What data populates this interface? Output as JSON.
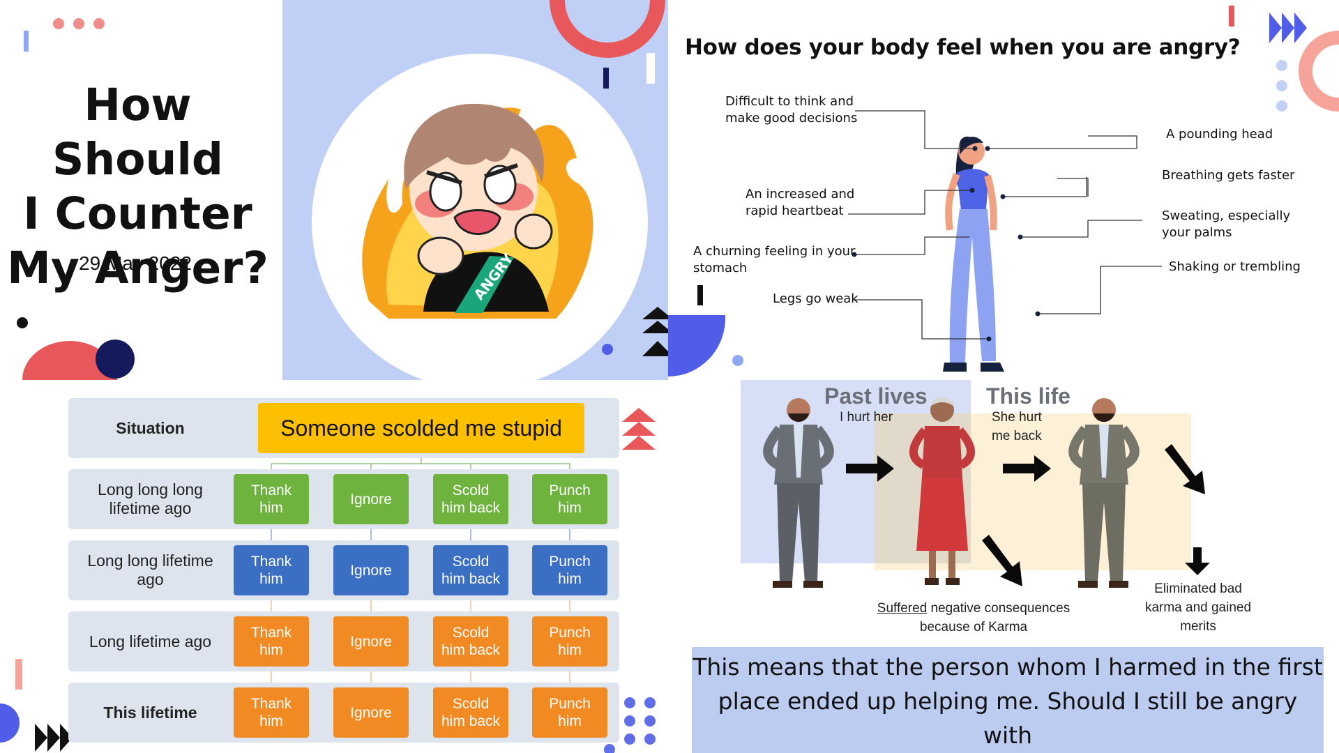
{
  "title_slide": {
    "title_lines": [
      "How Should",
      "I Counter",
      "My Anger?"
    ],
    "date": "29 May 2022"
  },
  "cartoon_slide": {
    "shirt_text": "ANGRY"
  },
  "body_slide": {
    "heading": "How does your body feel when you are angry?",
    "left_callouts": [
      "Difficult to think and\nmake good decisions",
      "An increased and\nrapid heartbeat",
      "A churning feeling in your\nstomach",
      "Legs go weak"
    ],
    "right_callouts": [
      "A pounding head",
      "Breathing gets faster",
      "Sweating, especially\nyour palms",
      "Shaking or trembling"
    ]
  },
  "table_slide": {
    "situation_label": "Situation",
    "situation": "Someone scolded me stupid",
    "rows": [
      {
        "label": "Long long long\nlifetime ago",
        "color": "green",
        "cells": [
          "Thank\nhim",
          "Ignore",
          "Scold\nhim back",
          "Punch\nhim"
        ]
      },
      {
        "label": "Long long lifetime\nago",
        "color": "blue",
        "cells": [
          "Thank\nhim",
          "Ignore",
          "Scold\nhim back",
          "Punch\nhim"
        ]
      },
      {
        "label": "Long lifetime ago",
        "color": "orange",
        "cells": [
          "Thank\nhim",
          "Ignore",
          "Scold\nhim back",
          "Punch\nhim"
        ]
      },
      {
        "label": "This lifetime",
        "color": "orange",
        "cells": [
          "Thank\nhim",
          "Ignore",
          "Scold\nhim back",
          "Punch\nhim"
        ]
      }
    ],
    "colors": {
      "green": "#6fb33f",
      "blue": "#3a6fc4",
      "orange": "#f28a24",
      "yellow": "#fcc000"
    }
  },
  "karma_slide": {
    "past_lives": "Past lives",
    "this_life": "This life",
    "i_hurt_her": "I hurt her",
    "she_hurt_me": "She hurt\nme back",
    "suffered_word": "Suffered",
    "suffered_rest": " negative consequences",
    "because": "because of Karma",
    "eliminated": "Eliminated bad\nkarma and gained\nmerits",
    "bottom_text": "This means that the person whom I harmed in the first\nplace ended up helping me. Should I still be angry with\nthat person?"
  },
  "colors": {
    "coral": "#e8575a",
    "navy": "#141a5c",
    "royal": "#4f5de8",
    "lavender": "#bfcff5",
    "salmon": "#f6a49a"
  }
}
